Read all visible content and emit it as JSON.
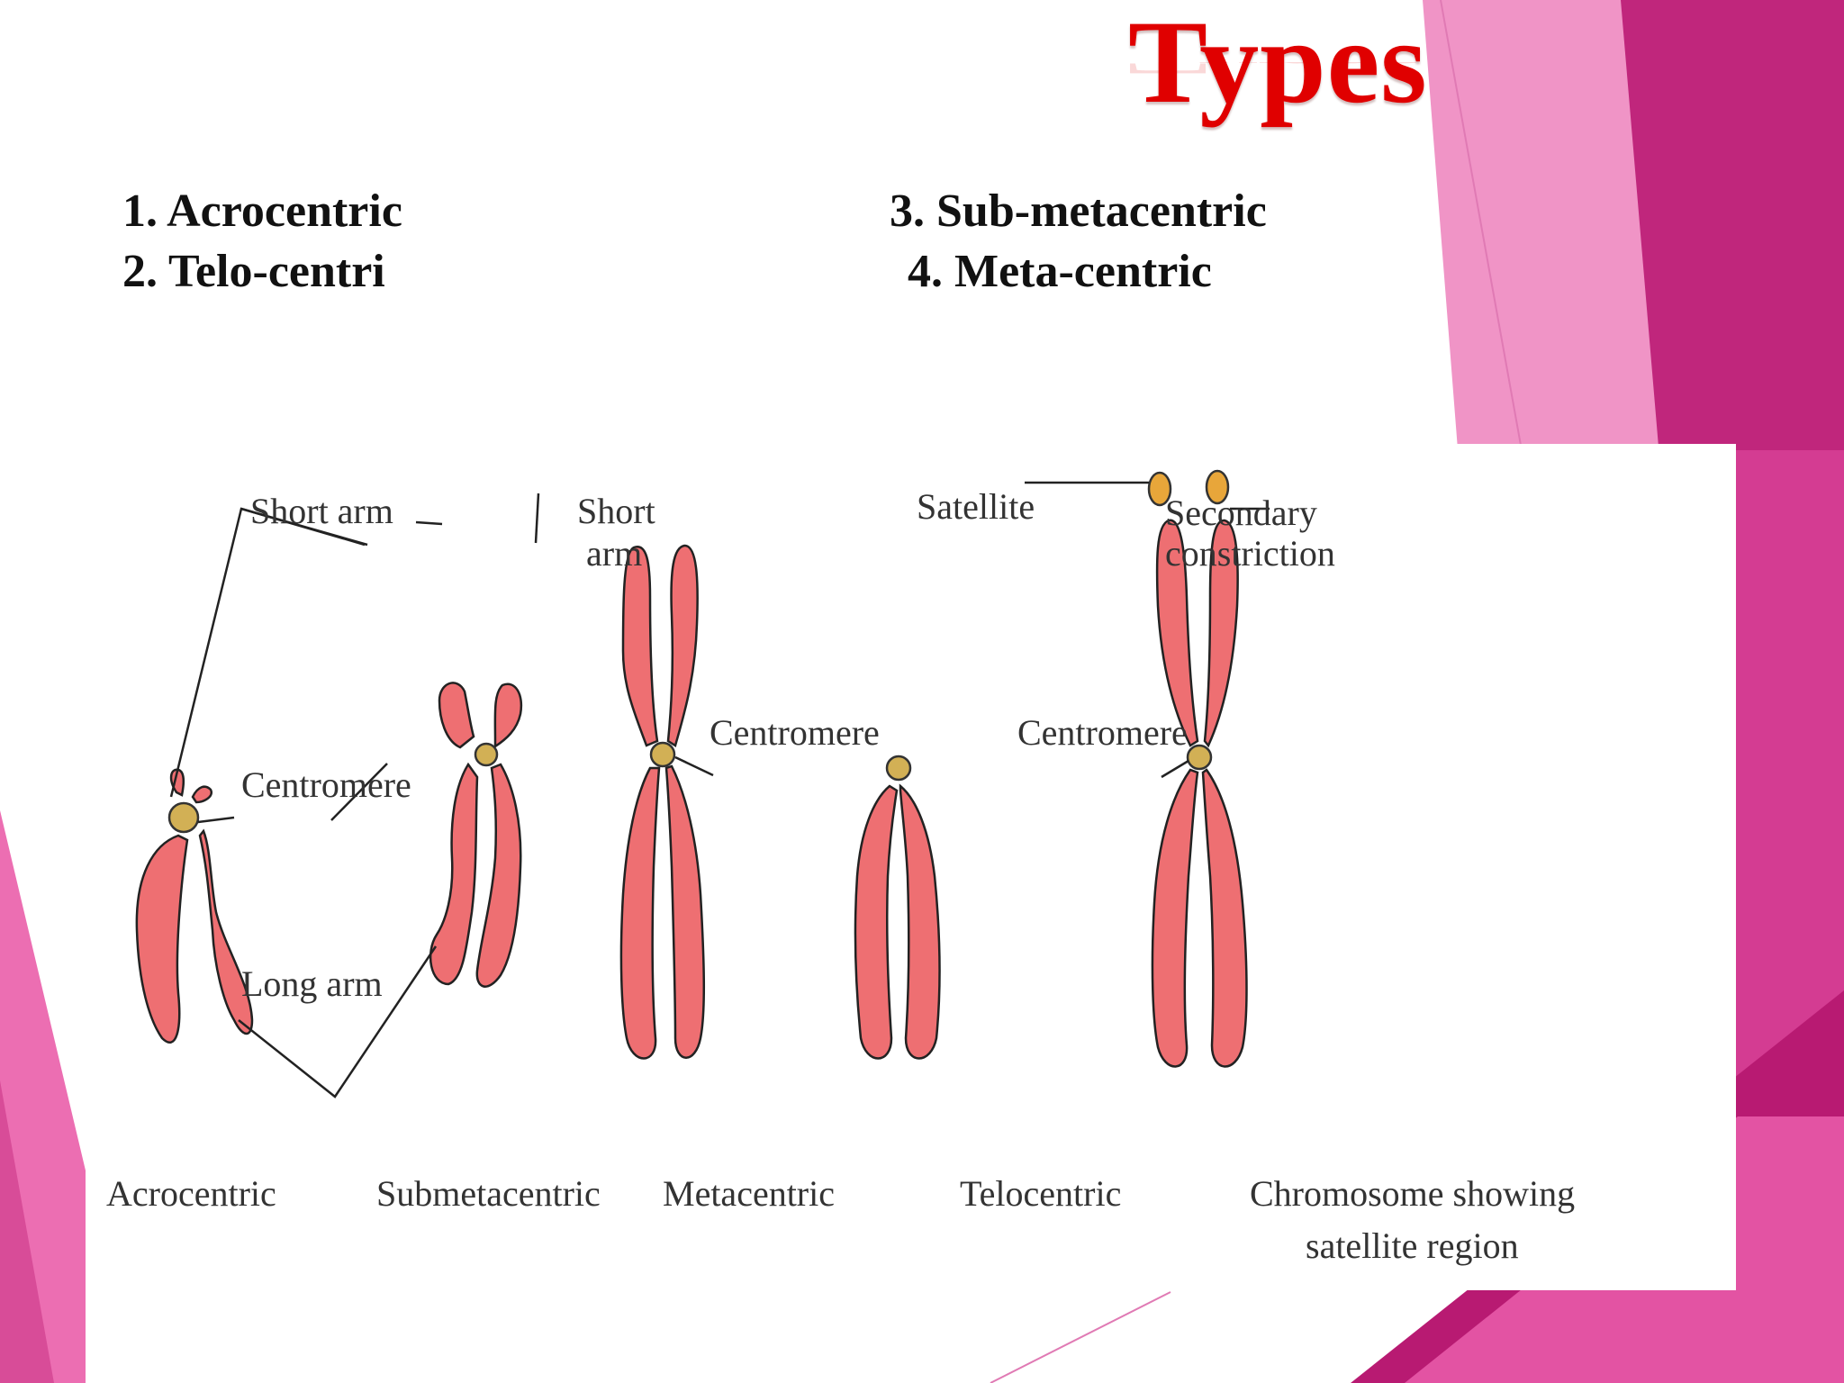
{
  "slide": {
    "title": "Types",
    "list": [
      "1. Acrocentric",
      "2. Telo-centri",
      "3. Sub-metacentric",
      "4. Meta-centric"
    ]
  },
  "diagram": {
    "labels": {
      "short_arm_1": "Short arm",
      "short_arm_2_line1": "Short",
      "short_arm_2_line2": "arm",
      "centromere_1": "Centromere",
      "centromere_2": "Centromere",
      "centromere_3": "Centromere",
      "long_arm": "Long arm",
      "satellite": "Satellite",
      "secondary_line1": "Secondary",
      "secondary_line2": "constriction"
    },
    "captions": {
      "acrocentric": "Acrocentric",
      "submetacentric": "Submetacentric",
      "metacentric": "Metacentric",
      "telocentric": "Telocentric",
      "satellite_line1": "Chromosome showing",
      "satellite_line2": "satellite region"
    }
  },
  "colors": {
    "title": "#e00000",
    "chromosome": "#ee6f72",
    "centromere": "#d2b055",
    "satellite": "#e8a63a",
    "theme_magenta": "#b8186e",
    "theme_pink": "#f08cc4"
  }
}
